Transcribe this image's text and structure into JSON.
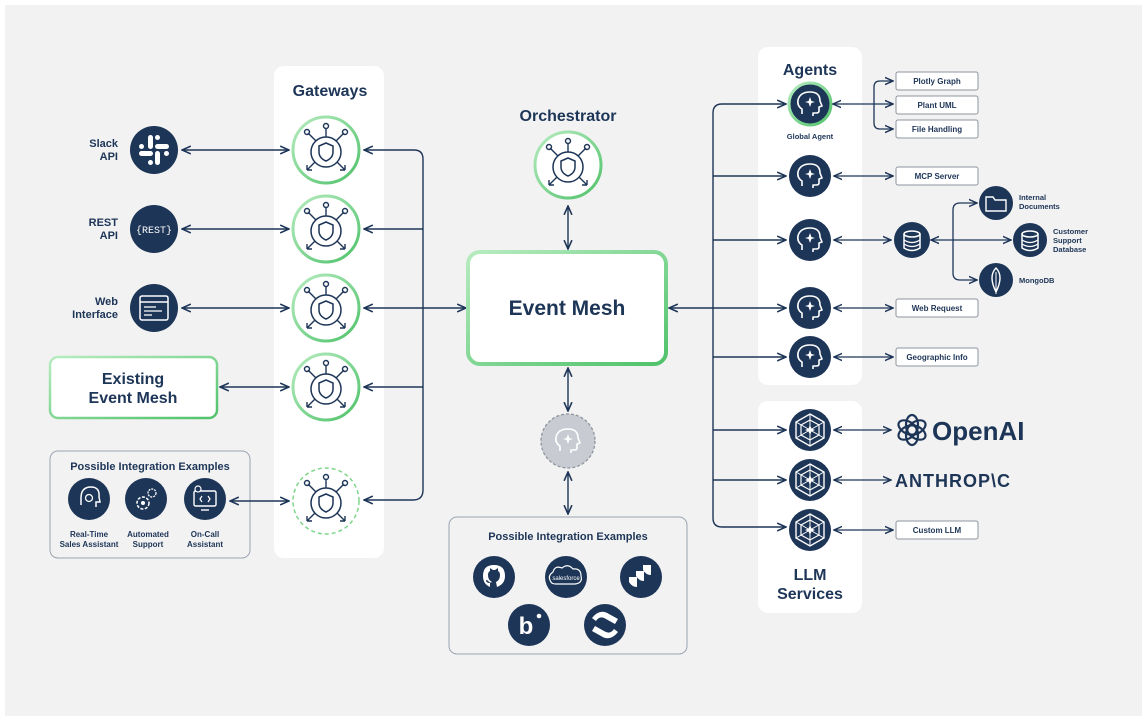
{
  "colors": {
    "page_background": "#f2f2f2",
    "navy": "#1d3557",
    "green_accent": "#7ed68a",
    "panel": "#ffffff",
    "connector": "#1d3557"
  },
  "left_sources": [
    {
      "label_line1": "Slack",
      "label_line2": "API",
      "icon": "slack-icon"
    },
    {
      "label_line1": "REST",
      "label_line2": "API",
      "icon": "rest-icon",
      "icon_text": "{REST}"
    },
    {
      "label_line1": "Web",
      "label_line2": "Interface",
      "icon": "web-interface-icon"
    }
  ],
  "existing_mesh": {
    "line1": "Existing",
    "line2": "Event Mesh"
  },
  "left_integrations": {
    "title": "Possible Integration Examples",
    "items": [
      {
        "line1": "Real-Time",
        "line2": "Sales Assistant",
        "icon": "sales-assistant-icon"
      },
      {
        "line1": "Automated",
        "line2": "Support",
        "icon": "automated-support-icon"
      },
      {
        "line1": "On-Call",
        "line2": "Assistant",
        "icon": "on-call-assistant-icon"
      }
    ]
  },
  "gateways": {
    "title": "Gateways",
    "count_solid": 4,
    "count_dashed": 1
  },
  "orchestrator": {
    "title": "Orchestrator"
  },
  "event_mesh": {
    "title": "Event Mesh"
  },
  "bottom_integrations": {
    "title": "Possible Integration Examples",
    "items": [
      {
        "icon": "github-icon"
      },
      {
        "icon": "salesforce-icon",
        "text": "salesforce"
      },
      {
        "icon": "jira-icon"
      },
      {
        "icon": "bitbucket-icon",
        "text": "b"
      },
      {
        "icon": "confluence-icon"
      }
    ]
  },
  "agents": {
    "title": "Agents",
    "global_agent_label": "Global Agent",
    "global_tools": [
      "Plotly Graph",
      "Plant UML",
      "File Handling"
    ],
    "mcp_server": "MCP Server",
    "db_targets": [
      {
        "line1": "Internal",
        "line2": "Documents",
        "line3": ""
      },
      {
        "line1": "Customer",
        "line2": "Support",
        "line3": "Database"
      },
      {
        "line1": "MongoDB",
        "line2": "",
        "line3": ""
      }
    ],
    "web_request": "Web Request",
    "geographic_info": "Geographic Info"
  },
  "llm_services": {
    "title_line1": "LLM",
    "title_line2": "Services",
    "openai": "OpenAI",
    "anthropic": "ANTHROP\\C",
    "custom": "Custom LLM"
  }
}
